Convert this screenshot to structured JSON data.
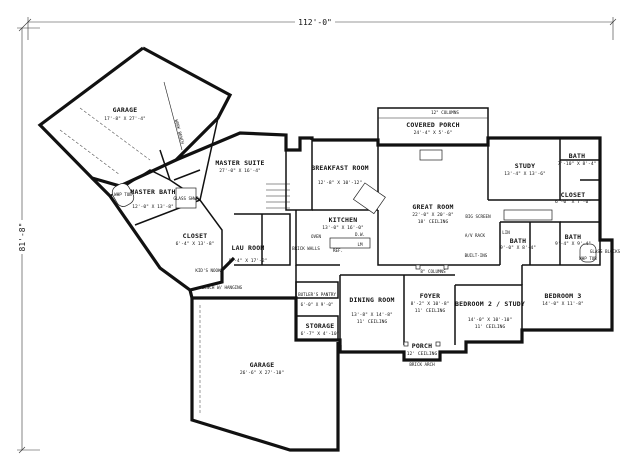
{
  "dimensions": {
    "overall_width": "112'-0\"",
    "overall_depth": "81'-8\""
  },
  "rooms": {
    "garage_top": {
      "name": "GARAGE",
      "size": "17'-8\" X 27'-4\""
    },
    "work_bench": "WORK BENCH",
    "master_suite": {
      "name": "MASTER SUITE",
      "size": "27'-0\" X 16'-4\""
    },
    "master_bath": {
      "name": "MASTER BATH",
      "size": "12'-0\" X 13'-8\""
    },
    "whp_tub": "WHP TUB",
    "glass_shwr": "GLASS SHWR",
    "closet_master": {
      "name": "CLOSET",
      "size": "6'-4\" X 13'-8\""
    },
    "lau_room": {
      "name": "LAU ROOM",
      "size": "8'-4\" X 17'-2\""
    },
    "kids_nook": "KID'S NOOK",
    "bench": "BENCH W/ HANGING",
    "breakfast": {
      "name": "BREAKFAST ROOM",
      "size": "12'-8\" X 10'-12\""
    },
    "kitchen": {
      "name": "KITCHEN",
      "size": "13'-0\" X 16'-0\""
    },
    "oven": "OVEN",
    "dw": "D.W.",
    "ref": "REF.",
    "lm": "LM",
    "brick_walls": "BRICK WALLS",
    "covered_porch": {
      "name": "COVERED PORCH",
      "size": "24'-4\" X 5'-6\"",
      "note": "12\" COLUMNS"
    },
    "great_room": {
      "name": "GREAT ROOM",
      "size": "22'-0\" X 20'-8\"",
      "ceiling": "18' CEILING"
    },
    "big_screen": "BIG SCREEN",
    "av_rack": "A/V RACK",
    "built_ins": "BUILT-INS",
    "columns": "8\" COLUMNS",
    "study": {
      "name": "STUDY",
      "size": "13'-4\" X 13'-6\""
    },
    "bath_tr": {
      "name": "BATH",
      "size": "7'-10\" X 8'-4\""
    },
    "closet_tr": {
      "name": "CLOSET",
      "size": "6'-0\" X 7'-0\""
    },
    "bath_mid": {
      "name": "BATH",
      "size": "9'-0\" X 8'-4\""
    },
    "bath_r": {
      "name": "BATH",
      "size": "9'-4\" X 9'-4\""
    },
    "glass_blocks": "GLASS BLOCKS",
    "whp_tub_r": "WHP TUB",
    "lin": "LIN",
    "bedroom3": {
      "name": "BEDROOM 3",
      "size": "14'-0\" X 11'-8\""
    },
    "bedroom2": {
      "name": "BEDROOM 2 / STUDY",
      "size": "14'-0\" X 10'-10\"",
      "ceiling": "11' CEILING"
    },
    "foyer": {
      "name": "FOYER",
      "size": "8'-2\" X 10'-8\"",
      "ceiling": "11' CEILING"
    },
    "dining": {
      "name": "DINING ROOM",
      "size": "13'-8\" X 14'-8\"",
      "ceiling": "11' CEILING"
    },
    "butlers": {
      "name": "BUTLER'S PANTRY",
      "size": "6'-0\" X 9'-0\""
    },
    "storage": {
      "name": "STORAGE",
      "size": "6'-7\" X 4'-10\""
    },
    "porch": {
      "name": "PORCH",
      "ceiling": "12' CEILING"
    },
    "brick_arch": "BRICK ARCH",
    "garage_bottom": {
      "name": "GARAGE",
      "size": "26'-6\" X 27'-10\""
    }
  }
}
